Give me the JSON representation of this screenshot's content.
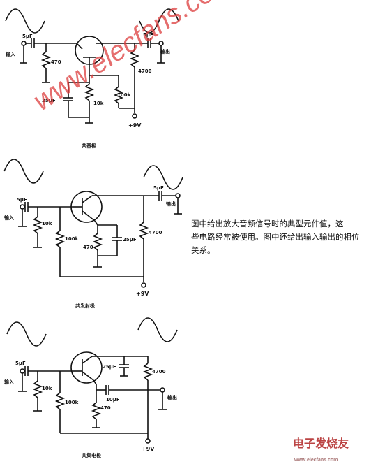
{
  "description": {
    "line1": "图中给出放大音频信号时的典型元件值，这",
    "line2": "些电路经常被使用。图中还给出输入输出的相位",
    "line3": "关系。"
  },
  "watermark": "www.elecfans.com",
  "logo": {
    "text": "电子发烧友",
    "sub": "www.elecfans.com"
  },
  "circuits": {
    "common_base": {
      "caption": "共基极",
      "in_label": "输入",
      "out_label": "输出",
      "c_in": "5μF",
      "c_out": "5μF",
      "r_in": "470",
      "r_load": "4700",
      "c_base": "25μF",
      "r_b1": "10k",
      "r_b2": "100k",
      "supply": "+9V"
    },
    "common_emitter": {
      "caption": "共发射极",
      "in_label": "输入",
      "out_label": "输出",
      "c_in": "5μF",
      "c_out": "5μF",
      "r_b2": "10k",
      "r_b1": "100k",
      "r_e": "470",
      "c_e": "25μF",
      "r_c": "4700",
      "supply": "+9V"
    },
    "common_collector": {
      "caption": "共集电极",
      "in_label": "输入",
      "out_label": "输出",
      "c_in": "5μF",
      "r_b2": "10k",
      "r_b1": "100k",
      "c_bypass": "25μF",
      "r_top": "4700",
      "c_out": "10μF",
      "r_e": "470",
      "supply": "+9V"
    }
  }
}
